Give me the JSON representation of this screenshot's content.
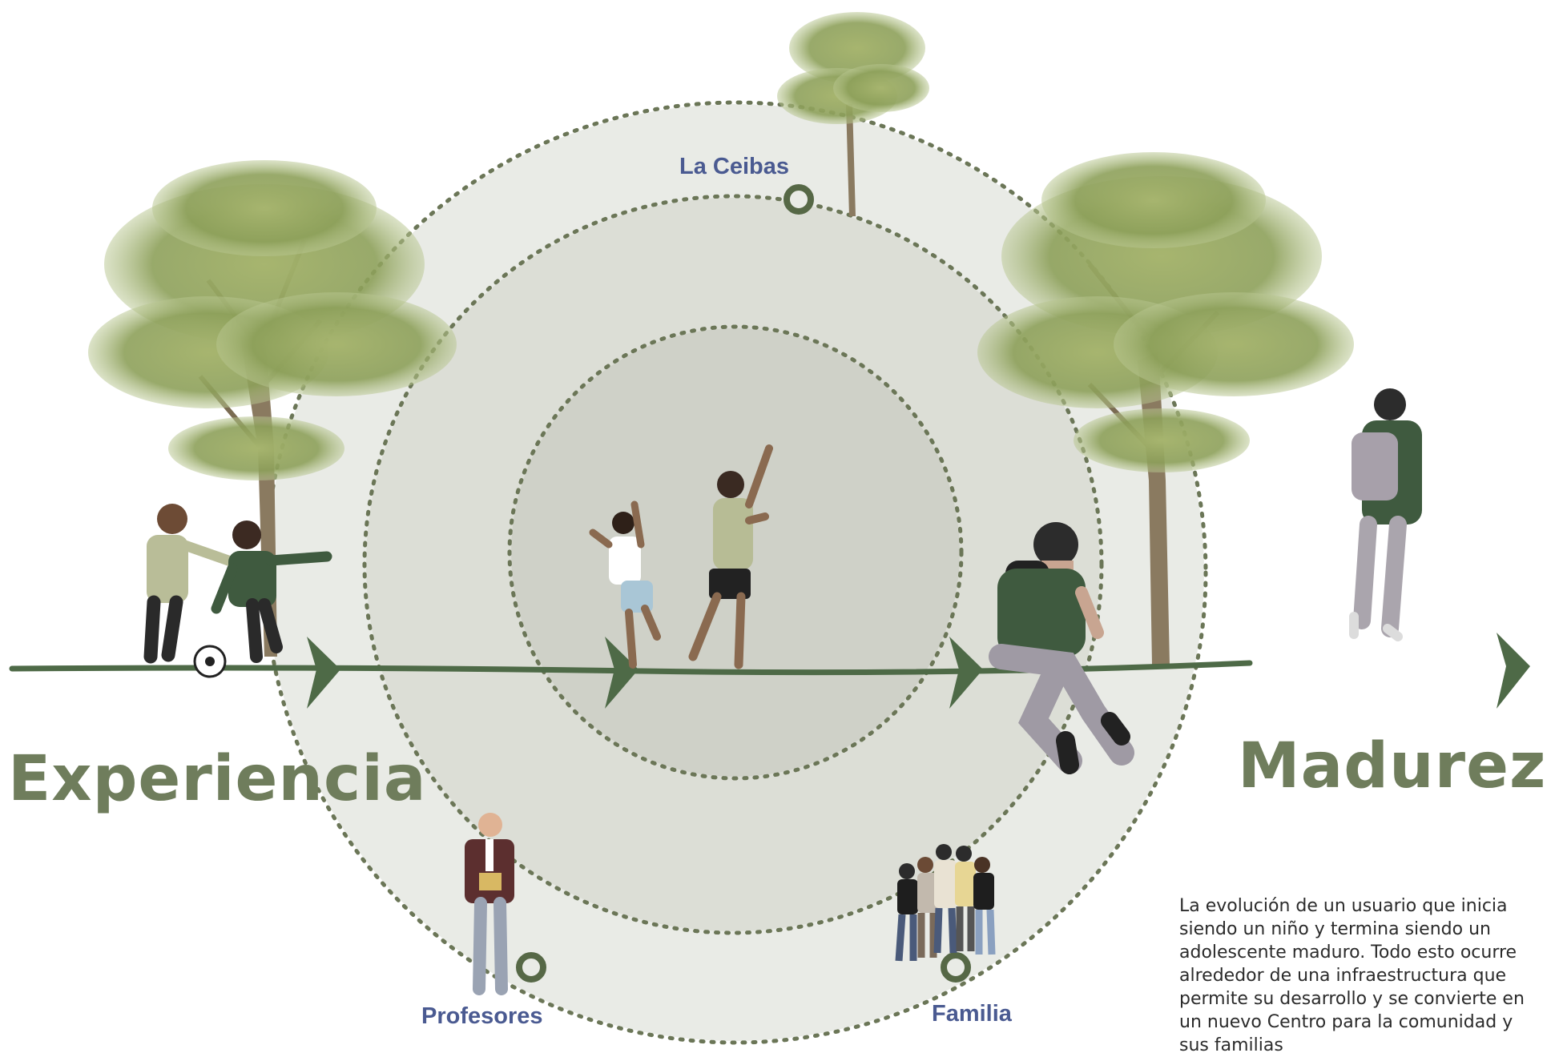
{
  "labels": {
    "left": "Experiencia",
    "right": "Madurez",
    "node_top": "La Ceibas",
    "node_bottom_left": "Profesores",
    "node_bottom_right": "Familia"
  },
  "caption_lines": [
    "La evolución de un usuario que inicia",
    "siendo un niño y termina siendo un",
    "adolescente maduro. Todo esto ocurre",
    "alrededor de una infraestructura que",
    "permite su desarrollo y se convierte en",
    "un nuevo Centro para la comunidad y",
    "sus familias"
  ],
  "colors": {
    "accent_green": "#6f7d5c",
    "dark_green": "#4e6a47",
    "node_label_blue": "#4a5a91",
    "ring_outer": "#e9ebe6",
    "ring_middle": "#dcded6",
    "ring_inner": "#cfd1c8",
    "dotted": "#6b7657"
  },
  "icons": [
    "tree-icon",
    "kids-playing-soccer-icon",
    "kids-jumping-icon",
    "teen-sitting-icon",
    "teen-walking-backpack-icon",
    "teacher-icon",
    "family-group-icon",
    "soccer-ball-icon",
    "arrowhead-icon"
  ]
}
